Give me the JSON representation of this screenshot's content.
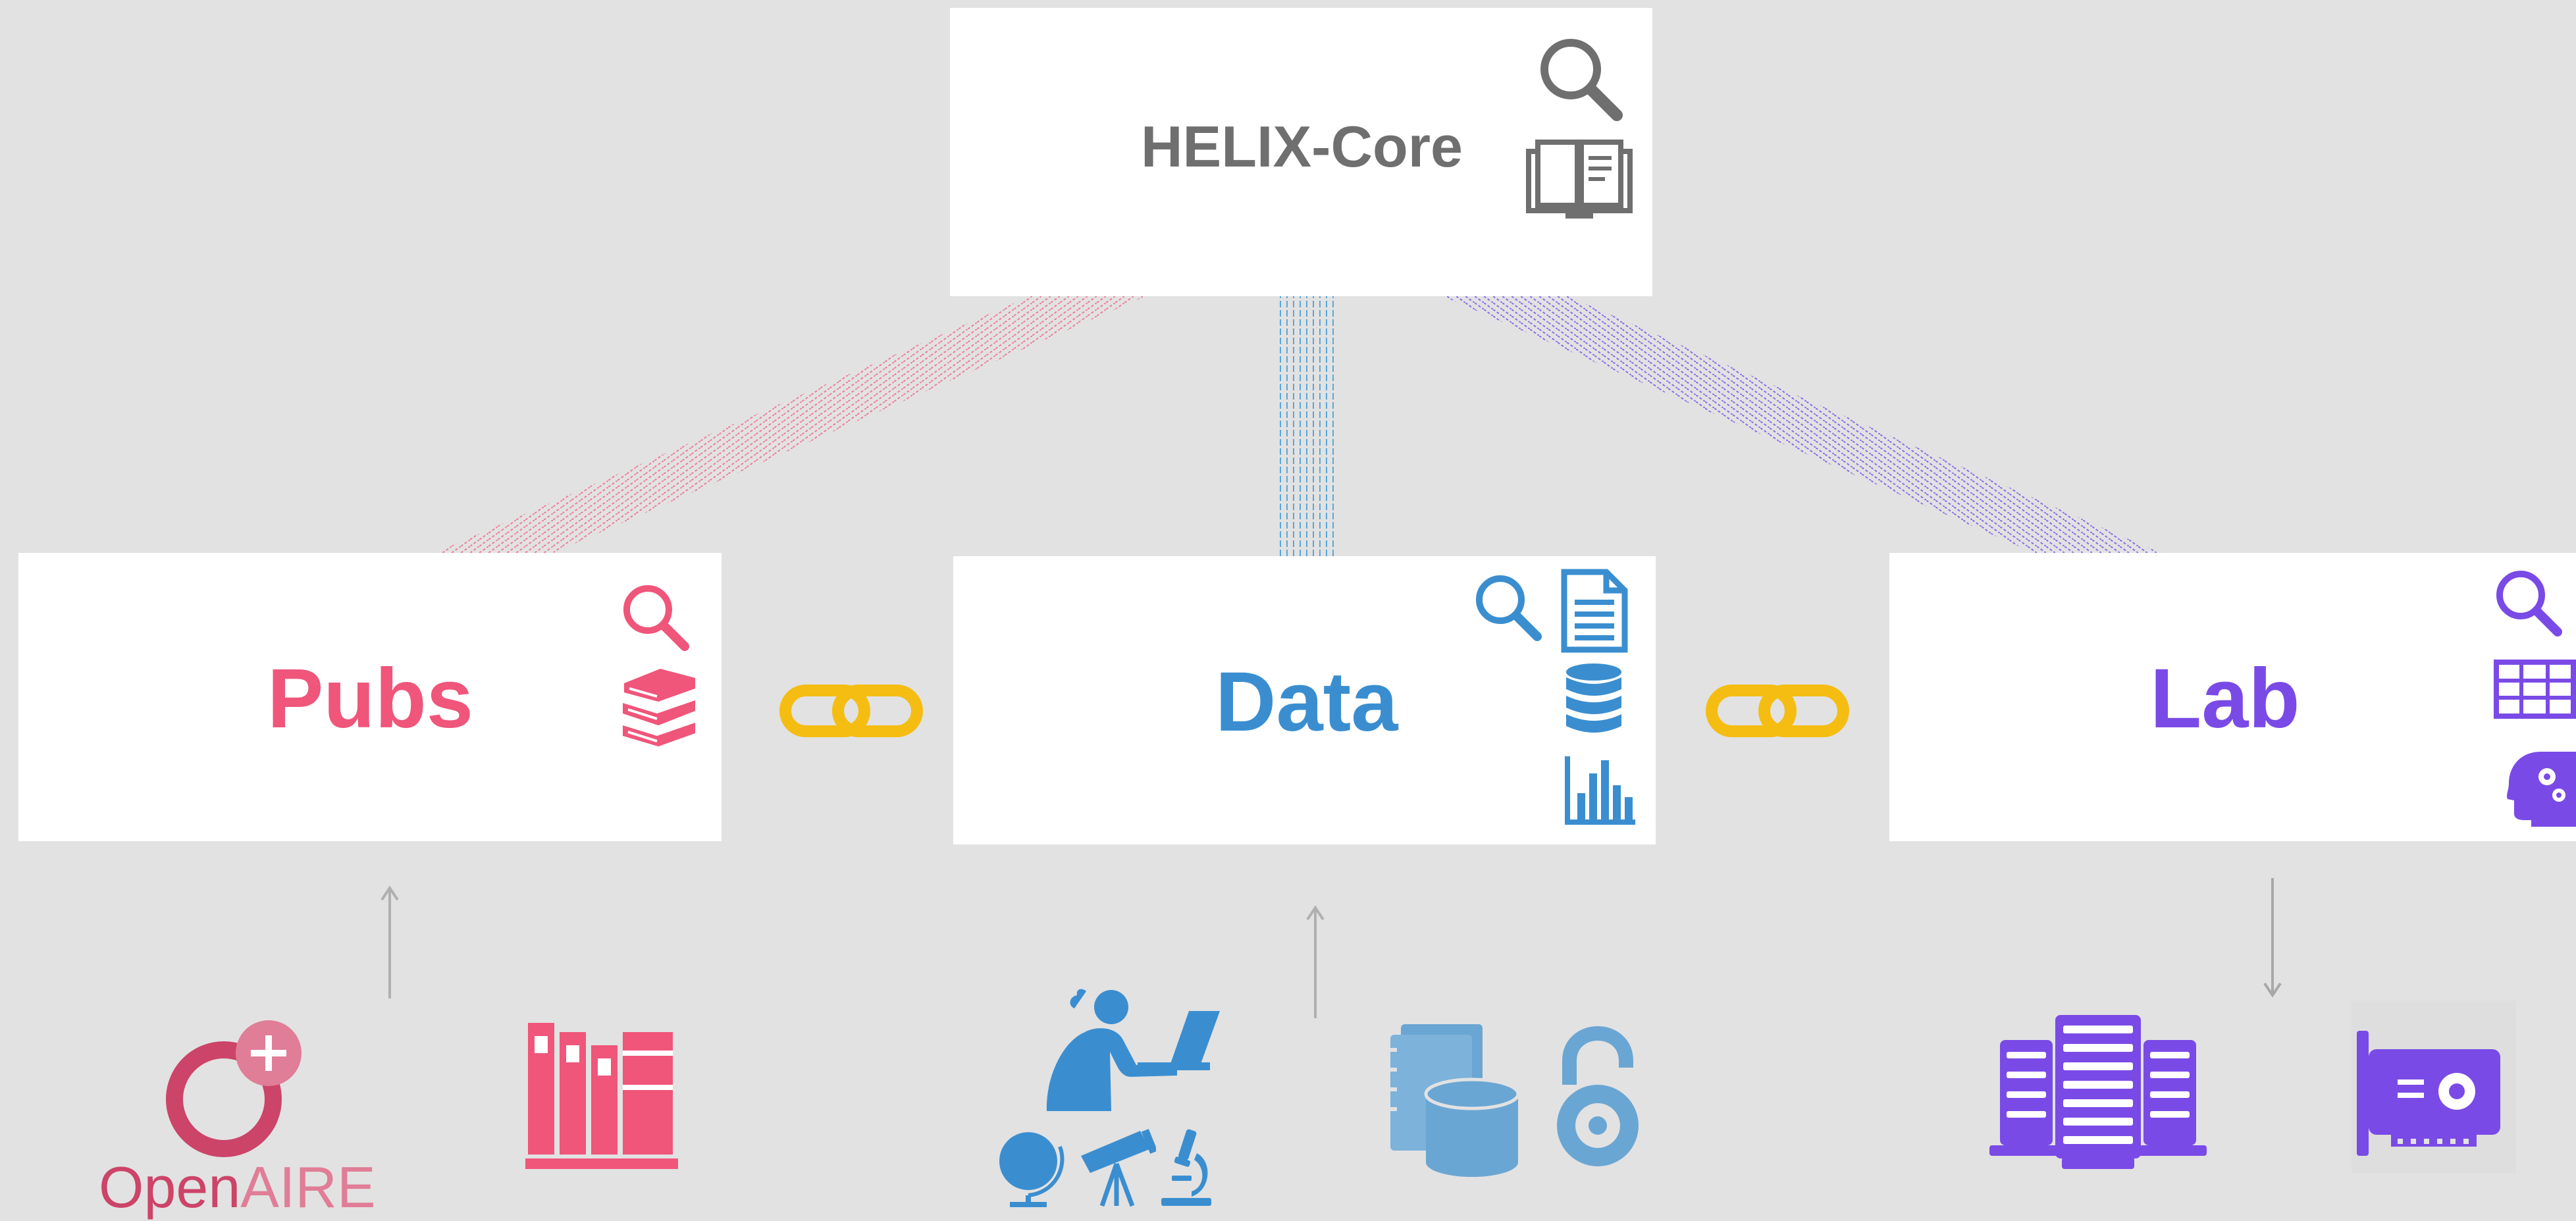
{
  "core": {
    "label": "HELIX-Core",
    "color": "#6f6f6f",
    "icons": [
      "search-icon",
      "open-book-icon"
    ]
  },
  "pubs": {
    "label": "Pubs",
    "color": "#f0557a",
    "icons": [
      "search-icon",
      "book-stack-icon"
    ]
  },
  "data": {
    "label": "Data",
    "color": "#3a8ed0",
    "icons": [
      "search-icon",
      "document-icon",
      "database-icon",
      "bar-chart-icon"
    ]
  },
  "lab": {
    "label": "Lab",
    "color": "#7a4ae6",
    "icons": [
      "search-icon",
      "table-icon",
      "head-gears-icon"
    ]
  },
  "links": {
    "color": "#f5bd12",
    "icons": [
      "chain-link-icon",
      "chain-link-icon"
    ]
  },
  "sources": {
    "openaire": {
      "logo_text_open": "Open",
      "logo_text_aire": "AIRE"
    },
    "pubs_icons": [
      "openaire-logo",
      "library-shelf-icon"
    ],
    "data_icons": [
      "researcher-laptop-icon",
      "globe-icon",
      "telescope-icon",
      "microscope-icon",
      "notebook-database-icon",
      "open-access-icon"
    ],
    "lab_icons": [
      "server-rack-icon",
      "gpu-card-icon"
    ]
  }
}
